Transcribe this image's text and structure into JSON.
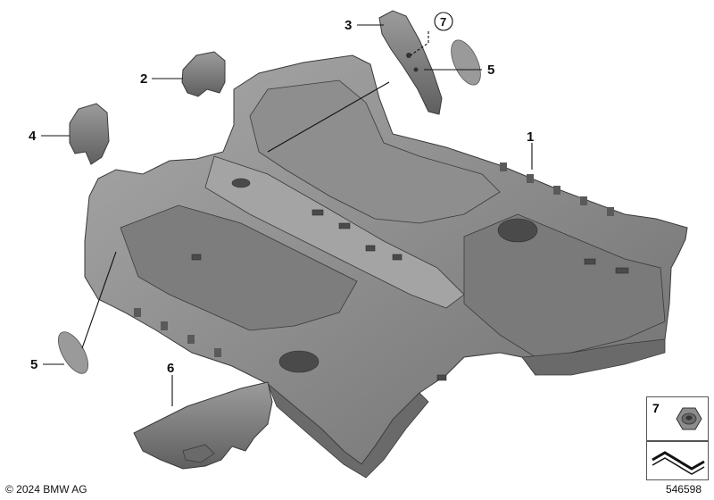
{
  "callouts": {
    "c1": "1",
    "c2": "2",
    "c3": "3",
    "c4": "4",
    "c5a": "5",
    "c5b": "5",
    "c6": "6",
    "c7": "7"
  },
  "legend": {
    "nut_label": "7"
  },
  "footer": {
    "copyright": "© 2024 BMW AG",
    "part_number": "546598"
  },
  "colors": {
    "part_fill": "#8a8a8a",
    "part_light": "#b5b5b5",
    "part_dark": "#5e5e5e",
    "edge": "#3a3a3a"
  }
}
